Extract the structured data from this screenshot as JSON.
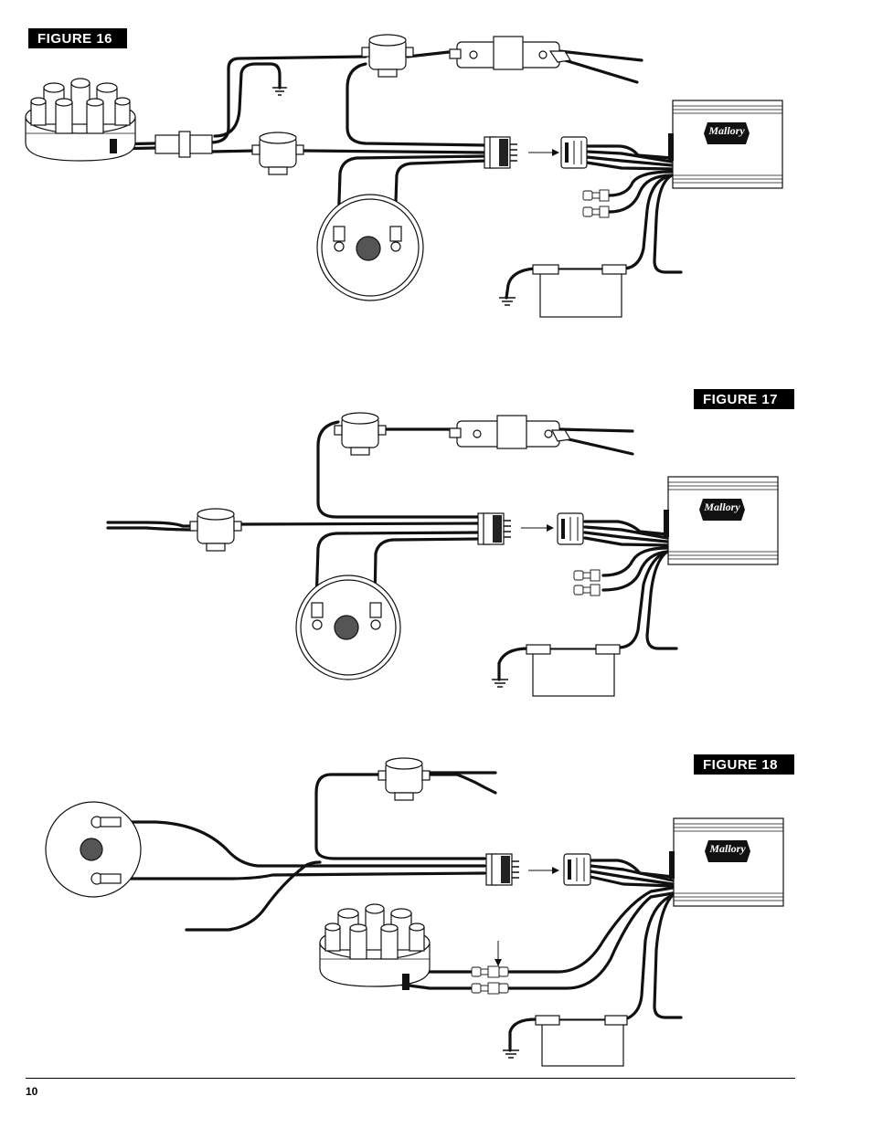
{
  "figures": [
    {
      "label": "FIGURE 16"
    },
    {
      "label": "FIGURE 17"
    },
    {
      "label": "FIGURE 18"
    }
  ],
  "box_brand": "Mallory",
  "page_number": "10"
}
